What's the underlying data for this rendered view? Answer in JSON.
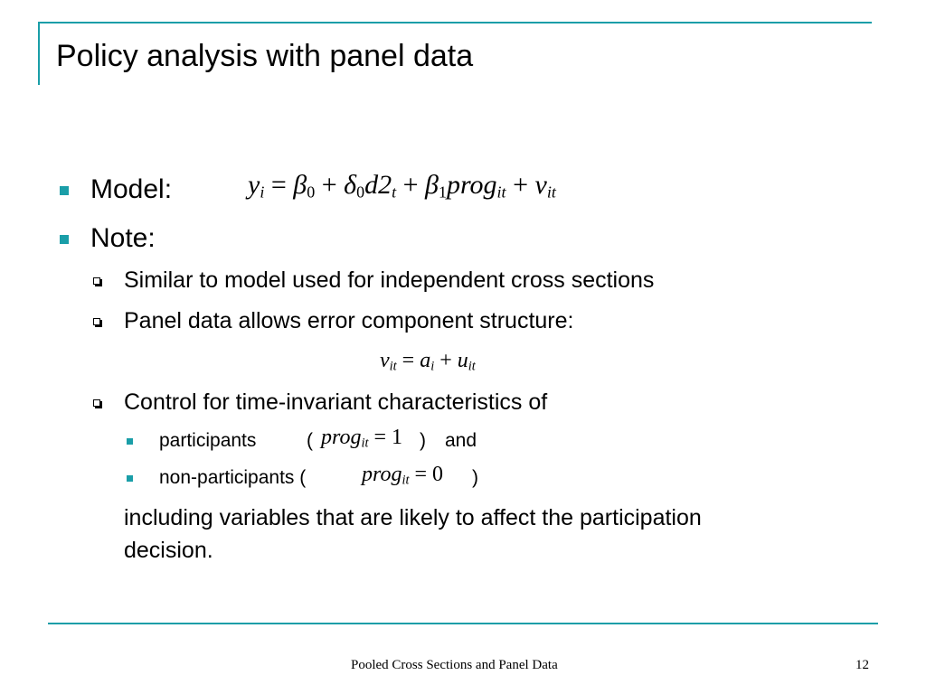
{
  "slide": {
    "title": "Policy analysis with panel data",
    "bullets": {
      "model_label": "Model:",
      "note_label": "Note:",
      "sub1": "Similar to model used for independent cross sections",
      "sub2": "Panel data allows error component structure:",
      "sub3": "Control for time-invariant characteristics of",
      "sub3a_text": "participants",
      "sub3a_open": "(",
      "sub3a_close": ")",
      "sub3a_and": "and",
      "sub3b_text": "non-participants (",
      "sub3b_close": ")",
      "continuation_1": "including variables that are likely to affect the participation",
      "continuation_2": "decision."
    },
    "equation_model": {
      "y": "y",
      "y_sub": "i",
      "eq": "=",
      "beta0": "β",
      "beta0_sub": "0",
      "plus1": "+",
      "delta0": "δ",
      "delta0_sub": "0",
      "d2": "d2",
      "d2_sub": "t",
      "plus2": "+",
      "beta1": "β",
      "beta1_sub": "1",
      "prog": "prog",
      "prog_sub": "it",
      "plus3": "+",
      "v": "v",
      "v_sub": "it"
    },
    "equation_error": {
      "v": "v",
      "v_sub": "it",
      "eq": "=",
      "a": "a",
      "a_sub": "i",
      "plus": "+",
      "u": "u",
      "u_sub": "it"
    },
    "equation_participants": {
      "prog": "prog",
      "sub": "it",
      "eq": "=",
      "val": "1"
    },
    "equation_nonparticipants": {
      "prog": "prog",
      "sub": "it",
      "eq": "=",
      "val": "0"
    }
  },
  "footer": {
    "center_text": "Pooled Cross Sections and Panel Data",
    "page_number": "12"
  },
  "colors": {
    "accent": "#1a9ea8",
    "text": "#000000",
    "background": "#ffffff"
  }
}
